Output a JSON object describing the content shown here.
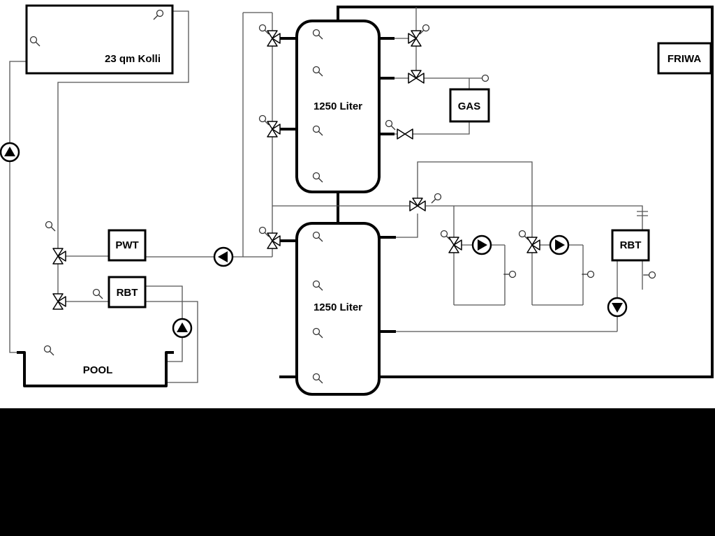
{
  "diagram": {
    "labels": {
      "collector": "23 qm Kolli",
      "tank_top": "1250 Liter",
      "tank_bottom": "1250 Liter",
      "gas": "GAS",
      "friwa": "FRIWA",
      "pwt": "PWT",
      "rbt_left": "RBT",
      "rbt_right": "RBT",
      "pool": "POOL"
    },
    "colors": {
      "pipe_thin": "#555555",
      "pipe_thick": "#000000",
      "background": "#ffffff",
      "footer_band": "#000000"
    }
  }
}
